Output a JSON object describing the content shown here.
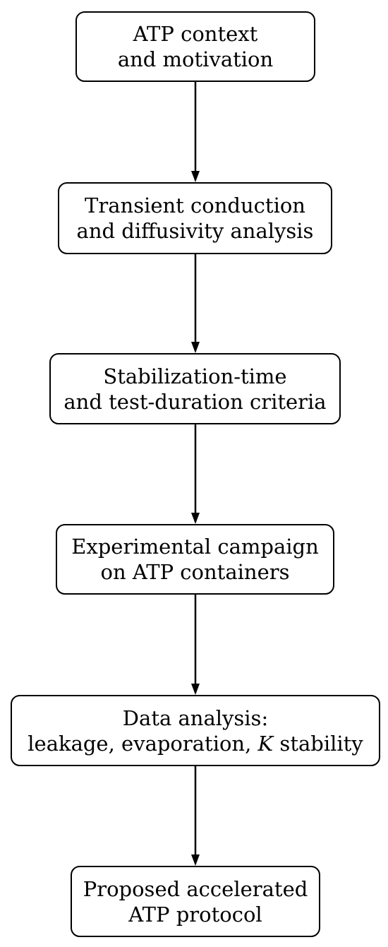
{
  "steps": [
    {
      "lines": [
        "ATP context",
        "and motivation"
      ]
    },
    {
      "lines": [
        "Transient conduction",
        "and diffusivity analysis"
      ]
    },
    {
      "lines": [
        "Stabilization-time",
        "and test-duration criteria"
      ]
    },
    {
      "lines": [
        "Experimental campaign",
        "on ATP containers"
      ]
    },
    {
      "line1": "Data analysis:",
      "line2_pre": "leakage, evaporation, ",
      "line2_var": "K",
      "line2_post": " stability"
    },
    {
      "lines": [
        "Proposed accelerated",
        "ATP protocol"
      ]
    }
  ]
}
